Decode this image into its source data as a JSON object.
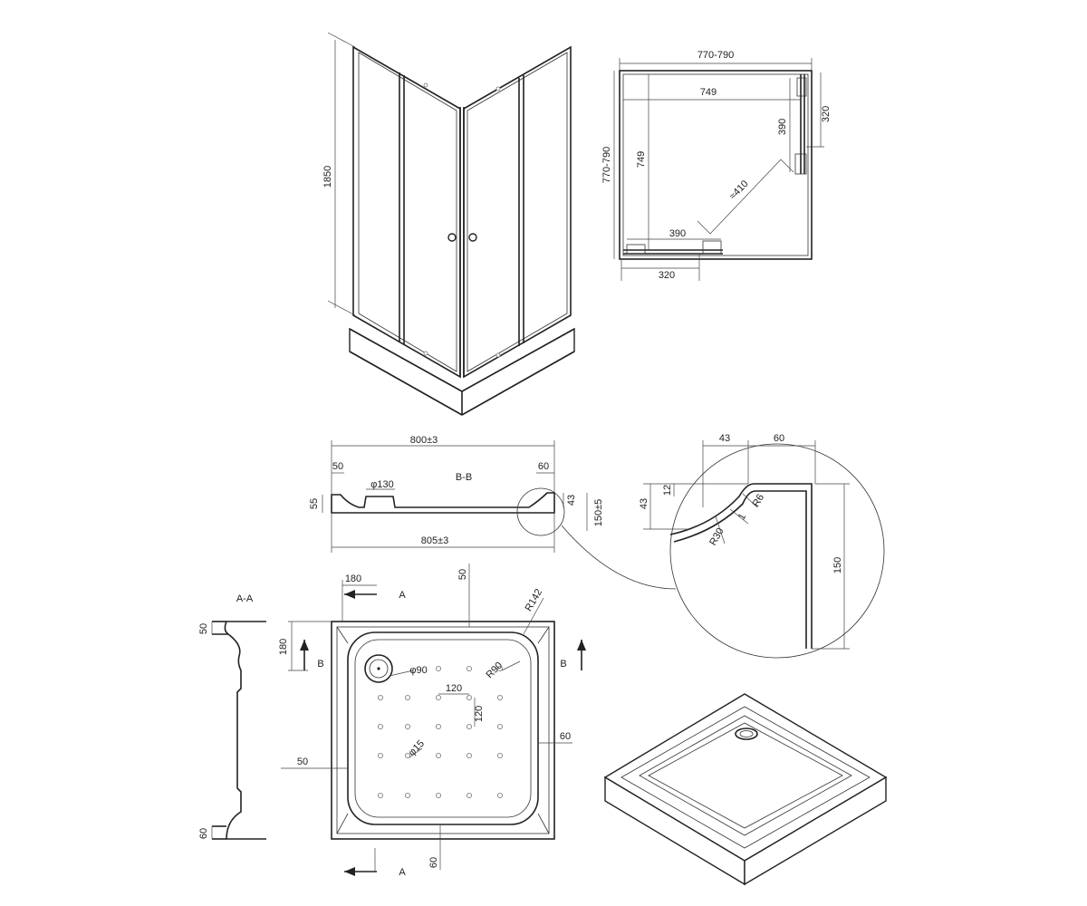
{
  "cabin_elevation": {
    "height": "1850"
  },
  "plan_view": {
    "width_range": "770-790",
    "depth_range": "770-790",
    "inner_width": "749",
    "inner_depth": "749",
    "door_right": "390",
    "door_bottom": "390",
    "panel_right": "320",
    "panel_bottom": "320",
    "diagonal": "≈410"
  },
  "section_bb": {
    "title": "B-B",
    "top_width": "800±3",
    "bottom_width": "805±3",
    "left_rim": "50",
    "right_rim": "60",
    "left_height": "55",
    "drain": "φ130",
    "rim_height": "43",
    "total_height": "150±5"
  },
  "detail": {
    "d43_top": "43",
    "d60_top": "60",
    "d12": "12",
    "d43_side": "43",
    "r6": "R6",
    "d1": "1",
    "r30": "R30",
    "d150": "150"
  },
  "section_aa": {
    "title": "A-A",
    "top": "50",
    "bottom": "60"
  },
  "tray_plan": {
    "d180_top": "180",
    "arrow_top_label": "A",
    "arrow_bottom_label": "A",
    "d50_top": "50",
    "r142": "R142",
    "d180_side": "180",
    "b_left": "B",
    "b_right": "B",
    "drain_dia": "φ90",
    "r90": "R90",
    "grid_x": "120",
    "grid_y": "120",
    "dot_dia": "φ15",
    "d60_right": "60",
    "d50_left": "50",
    "d60_bottom": "60"
  }
}
